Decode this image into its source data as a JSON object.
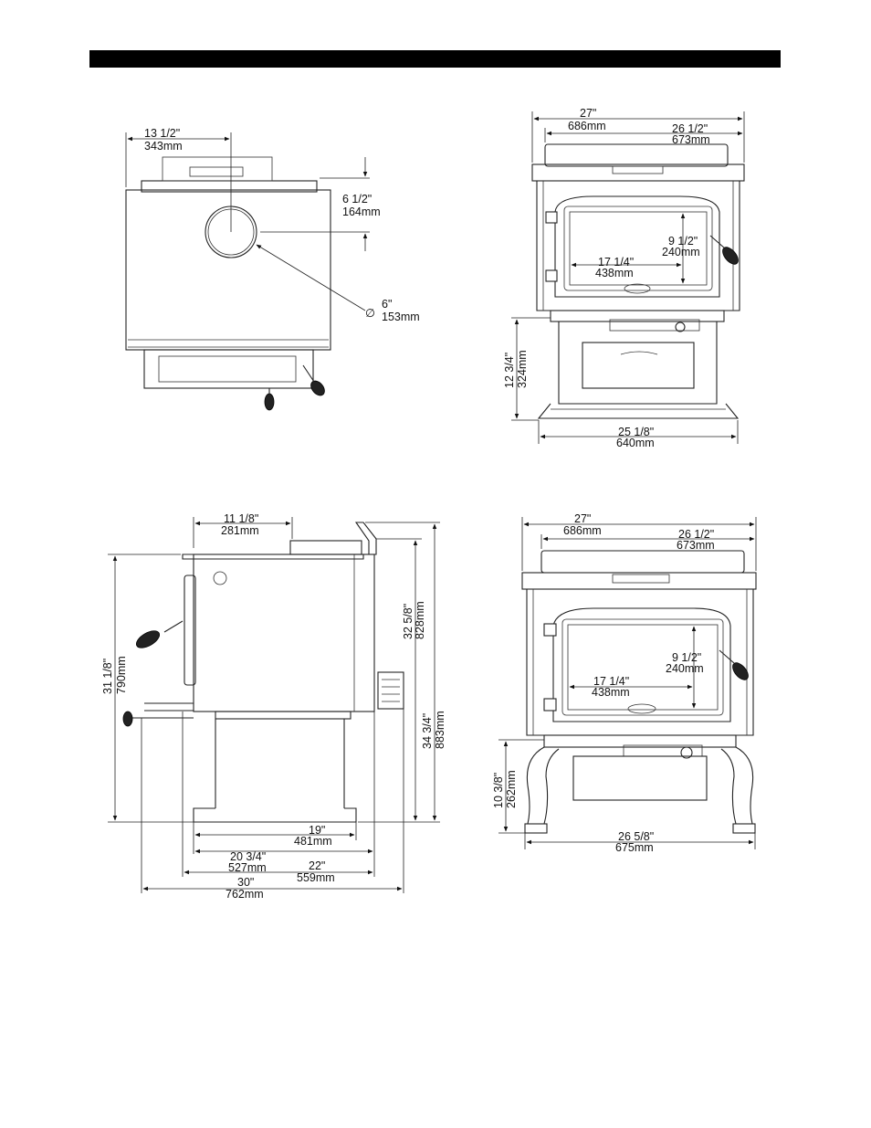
{
  "views": {
    "top": {
      "depth_in": "13 1/2\"",
      "depth_mm": "343mm",
      "offset_in": "6 1/2\"",
      "offset_mm": "164mm",
      "flue_symbol": "∅",
      "flue_in": "6\"",
      "flue_mm": "153mm"
    },
    "front_pedestal": {
      "width_in": "27\"",
      "width_mm": "686mm",
      "top_in": "26 1/2\"",
      "top_mm": "673mm",
      "glass_h_in": "9 1/2\"",
      "glass_h_mm": "240mm",
      "glass_w_in": "17 1/4\"",
      "glass_w_mm": "438mm",
      "ped_h_in": "12 3/4\"",
      "ped_h_mm": "324mm",
      "base_in": "25 1/8\"",
      "base_mm": "640mm"
    },
    "side": {
      "flue_offset_in": "11 1/8\"",
      "flue_offset_mm": "281mm",
      "overall_h_in": "31 1/8\"",
      "overall_h_mm": "790mm",
      "top_h_in": "32 5/8\"",
      "top_h_mm": "828mm",
      "total_h_in": "34 3/4\"",
      "total_h_mm": "883mm",
      "base_in": "19\"",
      "base_mm": "481mm",
      "body_in": "20 3/4\"",
      "body_mm": "527mm",
      "depth_in": "22\"",
      "depth_mm": "559mm",
      "overall_d_in": "30\"",
      "overall_d_mm": "762mm"
    },
    "front_legs": {
      "width_in": "27\"",
      "width_mm": "686mm",
      "top_in": "26 1/2\"",
      "top_mm": "673mm",
      "glass_h_in": "9 1/2\"",
      "glass_h_mm": "240mm",
      "glass_w_in": "17 1/4\"",
      "glass_w_mm": "438mm",
      "leg_h_in": "10 3/8\"",
      "leg_h_mm": "262mm",
      "base_in": "26 5/8\"",
      "base_mm": "675mm"
    }
  }
}
